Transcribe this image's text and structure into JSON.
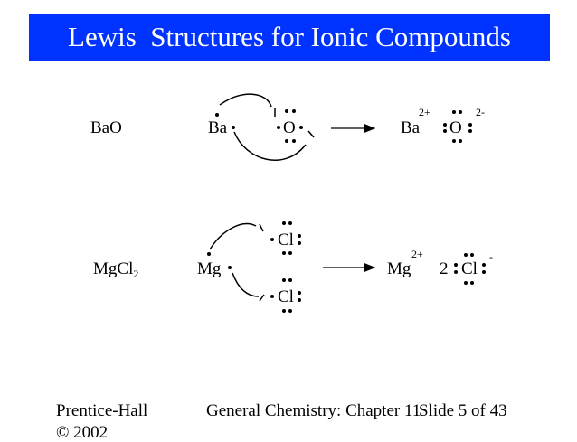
{
  "slide": {
    "title": "Lewis  Structures for Ionic Compounds",
    "colors": {
      "title_bg": "#0033ff",
      "title_text": "#ffffff",
      "body_text": "#000000"
    }
  },
  "row1": {
    "compound_label": "BaO",
    "metal": "Ba",
    "nonmetal": "O",
    "product_metal": "Ba",
    "product_metal_charge": "2+",
    "product_nonmetal": "O",
    "product_nonmetal_charge": "2-"
  },
  "row2": {
    "compound_label": "MgCl",
    "compound_subscript": "2",
    "metal": "Mg",
    "nonmetal": "Cl",
    "product_metal": "Mg",
    "product_metal_charge": "2+",
    "product_coefficient": "2",
    "product_nonmetal": "Cl",
    "product_nonmetal_charge": "-"
  },
  "footer": {
    "publisher": "Prentice-Hall",
    "copyright": "© 2002",
    "chapter": "General Chemistry: Chapter 11",
    "slide": "Slide 5 of 43"
  }
}
